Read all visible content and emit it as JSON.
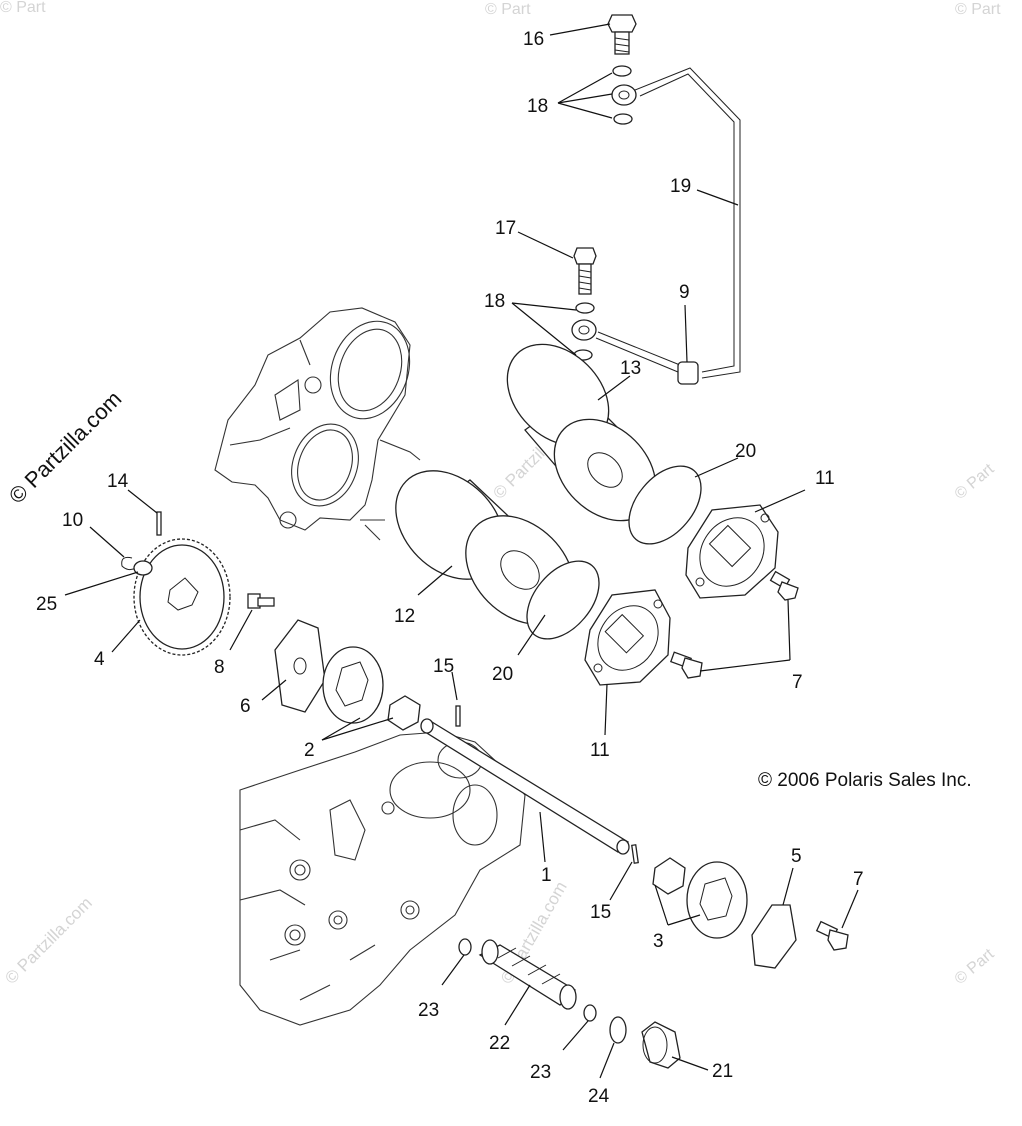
{
  "watermarks": {
    "main": "© Partzilla.com",
    "faint": "© Partzilla.com",
    "faint_short": "© Part"
  },
  "copyright": "© 2006 Polaris Sales Inc.",
  "callouts": [
    {
      "id": "c16",
      "text": "16"
    },
    {
      "id": "c18a",
      "text": "18"
    },
    {
      "id": "c19",
      "text": "19"
    },
    {
      "id": "c17",
      "text": "17"
    },
    {
      "id": "c18b",
      "text": "18"
    },
    {
      "id": "c9",
      "text": "9"
    },
    {
      "id": "c13",
      "text": "13"
    },
    {
      "id": "c20a",
      "text": "20"
    },
    {
      "id": "c11a",
      "text": "11"
    },
    {
      "id": "c14",
      "text": "14"
    },
    {
      "id": "c10",
      "text": "10"
    },
    {
      "id": "c25",
      "text": "25"
    },
    {
      "id": "c4",
      "text": "4"
    },
    {
      "id": "c8",
      "text": "8"
    },
    {
      "id": "c12",
      "text": "12"
    },
    {
      "id": "c20b",
      "text": "20"
    },
    {
      "id": "c6",
      "text": "6"
    },
    {
      "id": "c15a",
      "text": "15"
    },
    {
      "id": "c7a",
      "text": "7"
    },
    {
      "id": "c11b",
      "text": "11"
    },
    {
      "id": "c2",
      "text": "2"
    },
    {
      "id": "c1",
      "text": "1"
    },
    {
      "id": "c5",
      "text": "5"
    },
    {
      "id": "c7b",
      "text": "7"
    },
    {
      "id": "c15b",
      "text": "15"
    },
    {
      "id": "c3",
      "text": "3"
    },
    {
      "id": "c23a",
      "text": "23"
    },
    {
      "id": "c22",
      "text": "22"
    },
    {
      "id": "c23b",
      "text": "23"
    },
    {
      "id": "c21",
      "text": "21"
    },
    {
      "id": "c24",
      "text": "24"
    }
  ]
}
